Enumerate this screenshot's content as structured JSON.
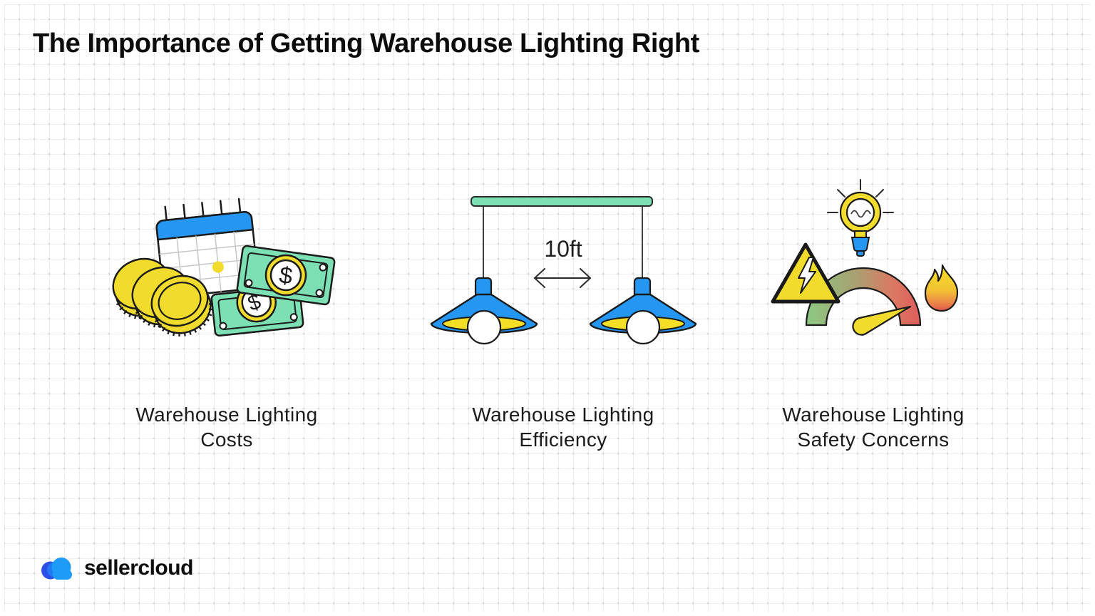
{
  "title": "The Importance of Getting Warehouse Lighting Right",
  "sections": {
    "costs": {
      "label_line1": "Warehouse Lighting",
      "label_line2": "Costs",
      "currency_symbol": "$"
    },
    "efficiency": {
      "label_line1": "Warehouse Lighting",
      "label_line2": "Efficiency",
      "distance_annotation": "10ft"
    },
    "safety": {
      "label_line1": "Warehouse Lighting",
      "label_line2": "Safety Concerns"
    }
  },
  "brand": {
    "name": "sellercloud"
  },
  "colors": {
    "accent_blue": "#2597F2",
    "mint_green": "#7DDFB4",
    "yellow": "#F1DB2C",
    "gauge_green": "#8CC982",
    "gauge_red": "#E05C5C",
    "flame_top": "#F6DF25",
    "flame_bottom": "#E2574D",
    "logo_dark_blue": "#2B4FE8",
    "logo_light_blue": "#1E9BF7",
    "ink": "#1A1A1A"
  }
}
